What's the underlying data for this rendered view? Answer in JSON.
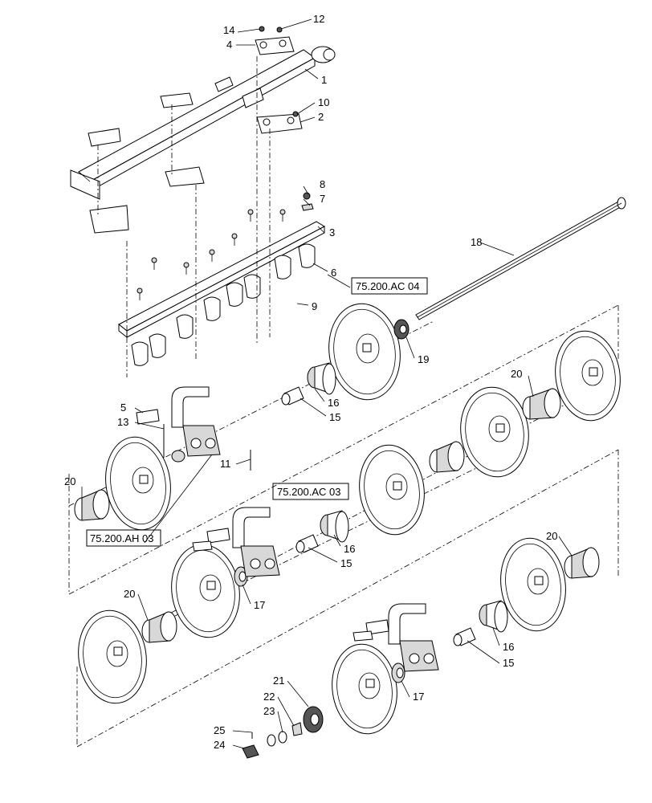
{
  "diagram": {
    "callouts": {
      "c1": "1",
      "c2": "2",
      "c3": "3",
      "c4": "4",
      "c5": "5",
      "c6": "6",
      "c7": "7",
      "c8": "8",
      "c9": "9",
      "c10": "10",
      "c11": "11",
      "c12": "12",
      "c13": "13",
      "c14": "14",
      "c15a": "15",
      "c15b": "15",
      "c15c": "15",
      "c16a": "16",
      "c16b": "16",
      "c16c": "16",
      "c17a": "17",
      "c17b": "17",
      "c18": "18",
      "c19": "19",
      "c20a": "20",
      "c20b": "20",
      "c20c": "20",
      "c20d": "20",
      "c21": "21",
      "c22": "22",
      "c23": "23",
      "c24": "24",
      "c25": "25"
    },
    "references": {
      "ref_ac04": "75.200.AC 04",
      "ref_ac03": "75.200.AC 03",
      "ref_ah03": "75.200.AH 03"
    }
  }
}
